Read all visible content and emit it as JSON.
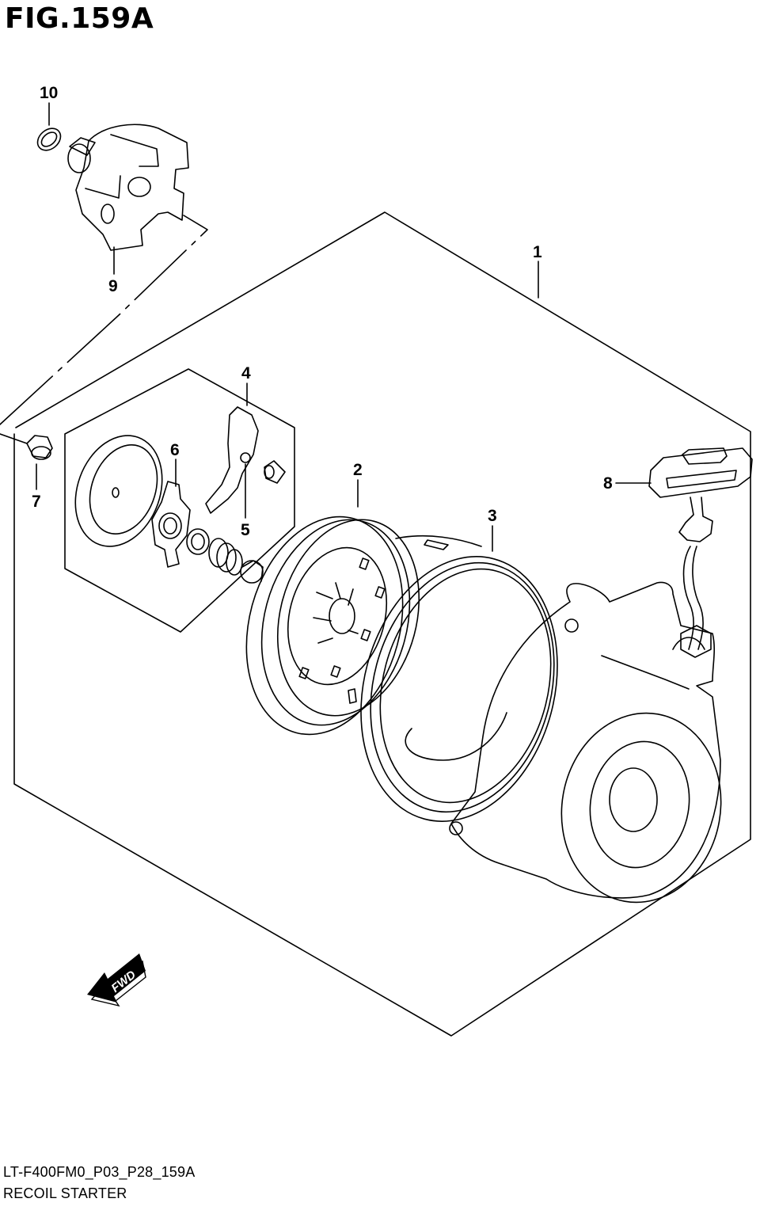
{
  "figure": {
    "title": "FIG.159A"
  },
  "callouts": [
    {
      "id": "1",
      "label": "1"
    },
    {
      "id": "2",
      "label": "2"
    },
    {
      "id": "3",
      "label": "3"
    },
    {
      "id": "4",
      "label": "4"
    },
    {
      "id": "5",
      "label": "5"
    },
    {
      "id": "6",
      "label": "6"
    },
    {
      "id": "7",
      "label": "7"
    },
    {
      "id": "8",
      "label": "8"
    },
    {
      "id": "9",
      "label": "9"
    },
    {
      "id": "10",
      "label": "10"
    }
  ],
  "direction_arrow": {
    "label": "FWD",
    "icon": "fwd-arrow-icon"
  },
  "footer": {
    "code": "LT-F400FM0_P03_P28_159A",
    "name": "RECOIL STARTER"
  }
}
